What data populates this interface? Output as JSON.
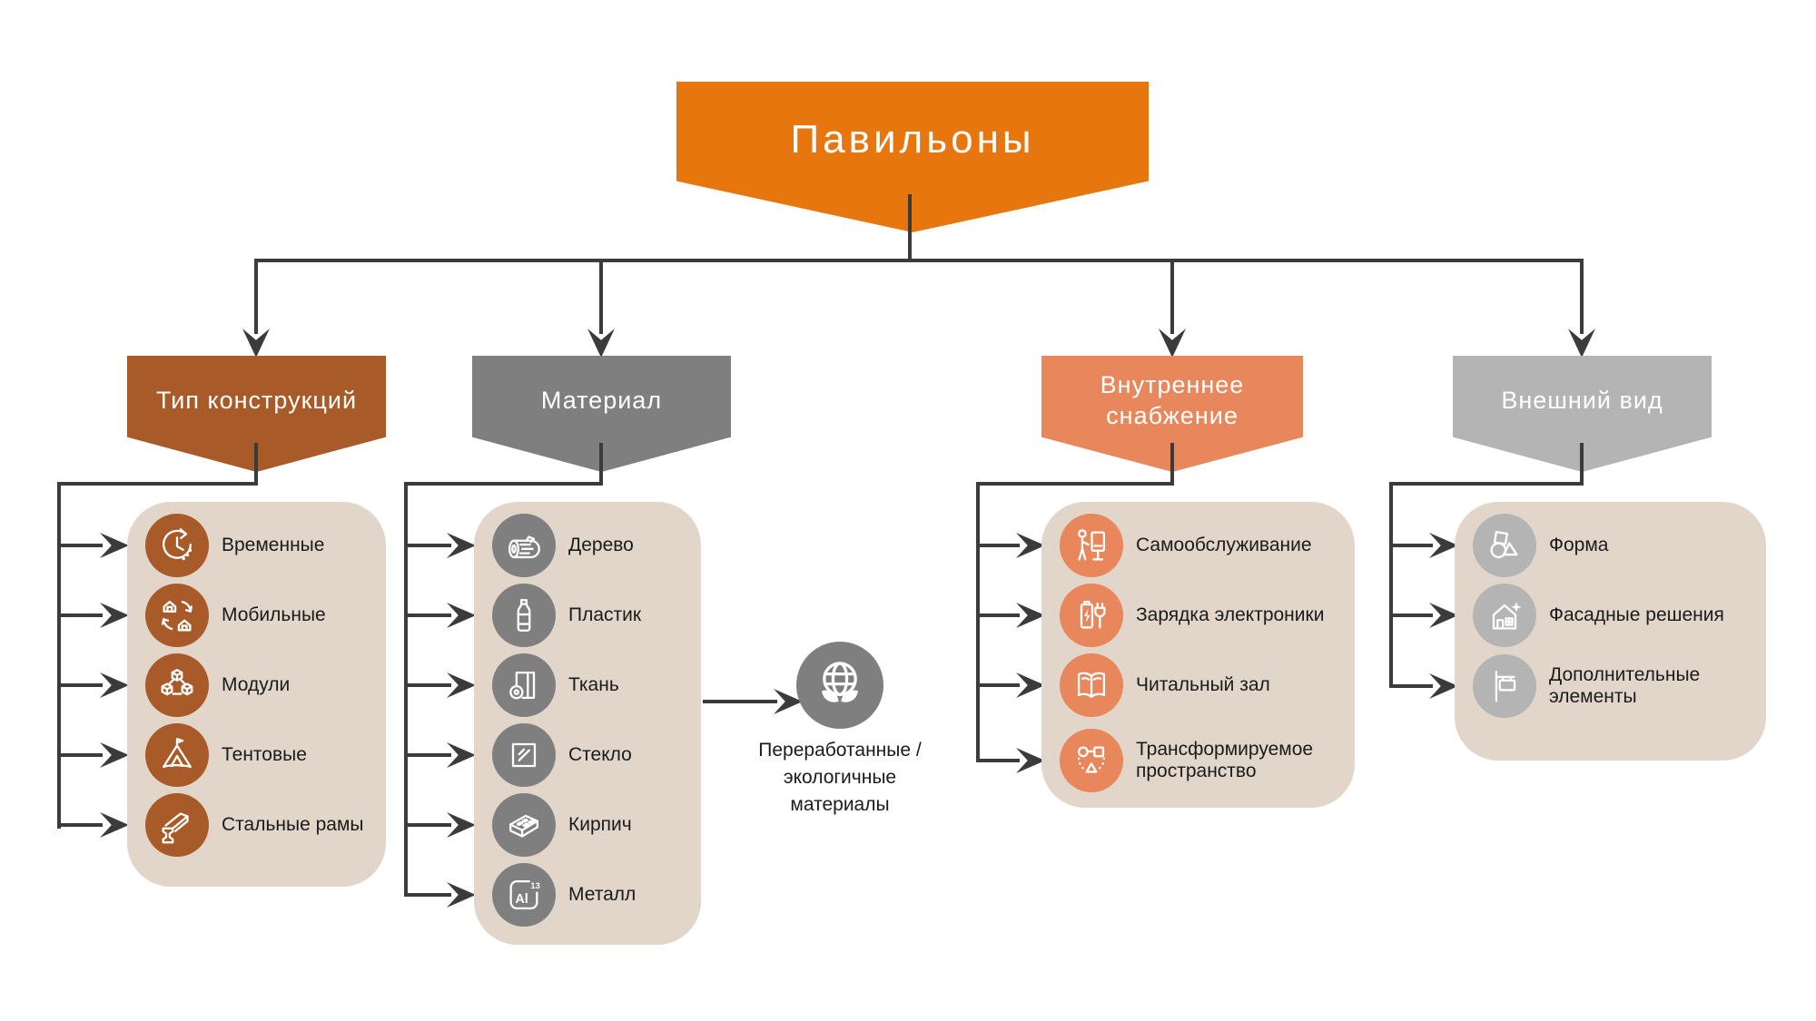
{
  "title": {
    "label": "Павильоны"
  },
  "columns": [
    {
      "id": "construction-type",
      "label": "Тип конструкций",
      "color": "#A85A28",
      "items": [
        {
          "label": "Временные",
          "icon": "clock-icon"
        },
        {
          "label": "Мобильные",
          "icon": "mobile-houses-icon"
        },
        {
          "label": "Модули",
          "icon": "modules-cubes-icon"
        },
        {
          "label": "Тентовые",
          "icon": "tent-icon"
        },
        {
          "label": "Стальные рамы",
          "icon": "steel-beam-icon"
        }
      ]
    },
    {
      "id": "material",
      "label": "Материал",
      "color": "#7F7F7F",
      "items": [
        {
          "label": "Дерево",
          "icon": "wood-log-icon"
        },
        {
          "label": "Пластик",
          "icon": "plastic-bottle-icon"
        },
        {
          "label": "Ткань",
          "icon": "fabric-roll-icon"
        },
        {
          "label": "Стекло",
          "icon": "glass-pane-icon"
        },
        {
          "label": "Кирпич",
          "icon": "brick-icon"
        },
        {
          "label": "Металл",
          "icon": "aluminium-al13-icon"
        }
      ]
    },
    {
      "id": "internal-supply",
      "label": "Внутреннее снабжение",
      "color": "#E8865C",
      "items": [
        {
          "label": "Самообслуживание",
          "icon": "self-service-icon"
        },
        {
          "label": "Зарядка электроники",
          "icon": "charging-icon"
        },
        {
          "label": "Читальный зал",
          "icon": "reading-room-icon"
        },
        {
          "label": "Трансформируемое пространство",
          "icon": "transformable-space-icon"
        }
      ]
    },
    {
      "id": "appearance",
      "label": "Внешний вид",
      "color": "#B4B4B4",
      "items": [
        {
          "label": "Форма",
          "icon": "shapes-icon"
        },
        {
          "label": "Фасадные решения",
          "icon": "facade-icon"
        },
        {
          "label": "Дополнительные элементы",
          "icon": "sign-elements-icon"
        }
      ]
    }
  ],
  "eco_note": {
    "icon": "eco-globe-icon",
    "lines": [
      "Переработанные /",
      "экологичные",
      "материалы"
    ]
  },
  "al_icon": {
    "symbol": "Al",
    "number": "13"
  },
  "colors": {
    "title_banner": "#E8760E",
    "construction_banner": "#A85A28",
    "material_banner": "#7F7F7F",
    "supply_banner": "#E8865C",
    "appearance_banner": "#B4B4B4",
    "panel": "#E1D6C9",
    "connector": "#3b3b3b",
    "label_text": "#1b1b1b"
  }
}
